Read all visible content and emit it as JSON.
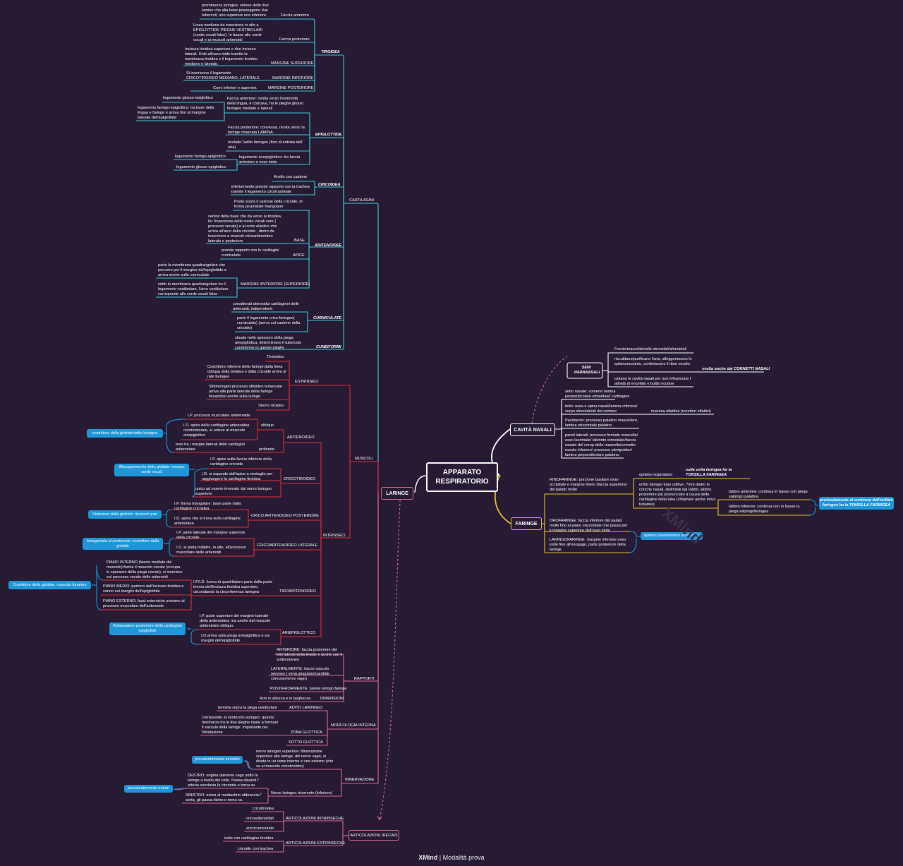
{
  "root": {
    "line1": "APPARATO",
    "line2": "RESPIRATORIO"
  },
  "main": {
    "laringe": "LARINGE",
    "cavita": "CAVITÀ NASALI",
    "faringe": "FARINGE"
  },
  "colors": {
    "background": "#261b33",
    "cartilagini": "#3ecad6",
    "muscoli": "#d9303a",
    "other": "#d46a8f",
    "faringe": "#e6c32b",
    "cavita": "#ffffff",
    "blue": "#1e96d8"
  },
  "cartilagini": {
    "label": "CARTILAGINI",
    "tiroidea": {
      "label": "TIROIDEA",
      "faccia_anteriore": "Faccia anteriore",
      "faccia_anteriore_desc": "prominenza laringea: unione delle due lamine che alla base posseggono due tubercoli, uno superiore uno inferiore",
      "faccia_posteriore": "Faccia posteriore",
      "faccia_posteriore_desc": "Linea mediana da inserzione in alto a EPIGLOTTIDE PIEGHE VESTIBOLARI (corde vocali false). In basso alle corde vocali e ai muscoli aritenoidi",
      "margine_superiore": "MARGINE SUPERIORE",
      "margine_superiore_desc": "Incisura tiroidea superiore e due incisure laterali. Uniti all'osso ioide tramite la membrana tiroidea e il legamento tiroideo mediano e laterale.",
      "margine_inferiore": "MARGINE INFERIORE",
      "margine_inferiore_desc": "Si inserisona il legamento CRICOTIROIDEO MEDIANO, LATERALE",
      "margine_posteriore": "MARGINE POSTERIORE",
      "margine_posteriore_desc": "Corni inferiori e superiori."
    },
    "epiglottide": {
      "label": "EPIGLOTTIDE",
      "faccia_ant": "Faccia anteriore: rivolta verso l'estremità della lingua, è concava, ha le pieghe glosso faringee mediale e laterali",
      "lig1": "legamento glosso-epiglottico",
      "lig2": "legamento faringo-epiglottico: tra base della lingua e faringe e arriva fino al margine laterale dell'epiglottide",
      "faccia_post": "Faccia posteriore: convessa, rivolta verso la faringe chiamata LAMINA.",
      "occlude": "occlude l'adito faringeo (foro di entrata dell' aria)",
      "lig_io": "legamento ieoepiglottico: tra faccia anteriore e osso ioide",
      "lig3": "legamento faringo-epiglottico",
      "lig4": "legamento glosso epiglottico"
    },
    "cricoidea": {
      "label": "CRICOIDEA",
      "anello": "Anello con castone",
      "inf": "inferiormente prende rapporto con la trachea tramite il legamento cricotracheale"
    },
    "aritenoidee": {
      "label": "ARITENOIDEE",
      "poste": "Poste sopra il castone della cricoide, di forma piramidale triangolare",
      "base": "BASE",
      "base_desc": "vertice della base che da verso la tiroidea, ho l'inserzione delle corde vocali vere ( processo vocale) e al cono elastico che arriva all'arco della cricoide , dietro da inserzione a muscoli cricoaritenoideo laterale e posteriore",
      "apice": "APICE",
      "apice_desc": "prende rapporto con le cartilagini curniculate",
      "margine": "MARGINE ANTERIORE (SUPERIORE)",
      "margine_1": "parte la membrana quadrangolare che percorre poi il margine dell'epiglottide e arriva anche sulle curniculate",
      "margine_2": "sotto la membrana quadrangolare ho il legamneto vestibolare, l'arco vestibolare corrisponde alle corde vocali false"
    },
    "curniculate": {
      "label": "CURNICULATE",
      "d1": "considerati deiresidui cartilaginei delle aritenoidi, indipendenti",
      "d2": "parte il legamento crico-faringeo( curniculato) (arriva sul castone della cricoide)"
    },
    "cuneiformi": {
      "label": "CUNEIFORMI",
      "d1": "situate nello spessore della piega ariepiglottica, determinano il tubercolo cuneiforme in queste pieghe"
    }
  },
  "muscoli": {
    "label": "MUSCOLI",
    "estrinseci": {
      "label": "ESTRINSECI",
      "tiroioideo": "Tiroioideo",
      "costrittore": "Costrittore inferiore della faringe:dalla linea obliqua della tiroidea e dalla cricoide arriva al rafe faringeo",
      "stilo": "Stilofaringeo:processo stiloideo temporale arriva alla parte laterale della faringe fissandosi anche sulla laringe",
      "sterno": "Sterno tiroideo"
    },
    "intrinseci": {
      "label": "INTRINSECI",
      "aritenoideo": {
        "label": "ARITENOIDEO",
        "ip": "I.P. processo muscolare ariotenoide",
        "obliquo": "obliquo",
        "obliquo_desc": "I.D. apice della cartilagine aritenoidea controlaterale, si unisce al muscolo ariepiglottico",
        "profondo": "profondo",
        "profondo_desc": "teso tra i margini laterali delle cartilagini aritenoidee",
        "blue": "costrittore della glottide/adito laringeo"
      },
      "cricotiroideo": {
        "label": "CRICOTIROIDEO",
        "ip": "I.P. apice sulla faccia inferiore della cartilagine cricoide",
        "id": "I.D. si espande dall'apice a ventaglio per raggiungere la cartilagine tiroidea.",
        "unico": "unico ad essere innevato dal nervo laringeo superiore",
        "blue": "Allungammento della glottide: tensore corde vocali"
      },
      "crico_post": {
        "label": "CRICO ARITENOIDEO POSTERIORE",
        "ip": "I.P. forma triangolare: base parte dalla cartilagine cricoidea",
        "id": "I.D. apice che si trova sulla cartilagine aritenoidea",
        "blue": "Dilatatore della glottide: muscolo pari"
      },
      "crico_lat": {
        "label": "CRICOARITENOIDEO LATERALE",
        "ip": "I.P. parte laterale del margine superiore della cricoide",
        "id": "I.D. si porta indietro, in alto, all'processo muscolare delle aritenoidi",
        "blue": "Antagonista al posteriore: costrittore della glottide"
      },
      "tiroaritenoideo": {
        "label": "TIROARITENOIDEO",
        "ipid": "I.P/I.D. forma di quadrilatero parte dalla parte inerna dell'incisura tiroidea superiore, circondando la circonferenza laringea",
        "interno": "PIANO INTERNO (fascio mediale del muscolo):forma il muscolo vocale (occupa lo spessore della piega vocale), si inserisce sul processo vocale delle aritenoidi",
        "medio": "PIANO MEDIO: partono dall'incisura tiroidea e vanno sui margini dell'epiglottide",
        "esterno": "PIANO ESTERNO: fasci esterniche arrivano al processo muscolare dell'aritenoide",
        "blue": "Costrittore della glottide, muscolo fonatore"
      },
      "ariepiglottico": {
        "label": "ARIEPIGLOTTICO",
        "ip": "I.P. parte superiore del margine laterale della aritenoidea; ma anche dal muscolo aritenoideo obliquo.",
        "id": "I.D.arriva sulla piega ariepiglottica e sui margini dell'epiglottide.",
        "blue": "Abbassatore posteriore della cartilagine epiglottide"
      }
    }
  },
  "rapporti": {
    "label": "RAPPORTI",
    "anteriore": "ANTERIORE: faccia posteriore dei lobi laterali della tiroide e anche con il sottocutaneo",
    "lateralmente": "LATERALMENTE: fascio vascolo nervoso ( vena giugulare/carotide comune/nervo vago)",
    "posteriormente": "POSTERIORMENTE: parete laringo faringe",
    "dimensioni": "DIMENSIONI",
    "dimensioni_desc": "4cm in altezza e in larghezza"
  },
  "morfologia": {
    "label": "MORFOLOGIA INTERNA",
    "adito": "ADITO LARINGEO",
    "adito_desc": "termina sopra la piega vestibolare",
    "zona": "ZONA GLOTTICA",
    "zona_desc": "corrisponde al ventricolo laringeo: questa rientranza tra le due pieghe risale a formare il sacculo della laringe. importante per l'idratazione",
    "sotto": "SOTTO GLOTTICA"
  },
  "innervazione": {
    "label": "INNERVAZIONE",
    "superiore": "nervo laringeo superiore: diramazione superiore alla laringe, del nervo vago, si divide in un ramo interno e uno esterno (che va al muscolo cricotiroideo)",
    "blue1": "prevalentemente sensitivi",
    "ricorrente": "Nervo laringeo ricorrente (inferiore)",
    "destro": "DESTRO: origina dalnervo vago sotto la laringe a livello del collo. Passa davanti l' arteria succlavia la circonda e torna su",
    "sinistro": "SINISTRO: arriva al mediastino abbraccia l' aorta, gli passa dietro e torna su.",
    "blue2": "prevalentemente motori"
  },
  "articolazioni": {
    "label": "ARTICOLAZIONI (RECAP)",
    "intrinseche": "ARTICOLAZIONI INTRINSECHE",
    "i1": "cricotiroidea",
    "i2": "cricoaritenoidali",
    "i3": "aricocurniculate",
    "estrinseche": "ARTICOLAZIONI ESTRINSECHE",
    "e1": "ioide con cartilagine tiroidea",
    "e2": "cricoide con trachea"
  },
  "cavita": {
    "seni": "SENI PARANASALI",
    "seni_1": "Fronte/mascella/celle etmoidali/sfenoidali",
    "seni_2": "riscaldano/purificano l'aria, alleggeriscono lo splancnocranio, conferiscono il tibro vocale.",
    "seni_2b": "svolta anche dai CORNETTI NASALI",
    "seni_3": "isolano le cavità nasali per non influenzare l' attività di encefalo e bulbo oculare",
    "c1": "setto nasale: vomere/ lamina perpendicolare etmoidale/ cartilagine",
    "c2": "tetto: ossa e spina nasali/lamina cribrosa/ corpo sfenoide/ali del vomere",
    "c2b": "mucosa olfattiva (recettori olfattivi)",
    "c3": "Pavimento: processo palatino mascellare, lamina orizzontale palatino",
    "c4": "pareti laterali: processo frontale mascella/ osso lacrimale/ labirinto etmoidale/faccia nasale del corop della mascella/cornetto nasale inferiore/ processo pterigoideo/ lamina perpendicolare palatino."
  },
  "faringe": {
    "rino": "RINOFARINGE: porzione basilare osso occipitale e margine libero (faccia superiore) del palato molle",
    "epitelio": "epitelio respiratorio",
    "epitelio_note": "sulla volta faringea ho la TONSILLA FARINGEA",
    "orifizi": "orifizi faringei tube uditive: 7mm dietro le conche nasali, delimitati dai labbri, labbro posteriore più pronunciato a causa della cartilagine della tuba (chiamato anche torus tubarius)",
    "labbro_ant": "labbro anteriore: continua in basso con piega salpingo palatina",
    "labbro_inf": "labbro inferiore: continua con in basso la piega salpingofaringea",
    "blue_tonsilla": "profondamente al contorno dell'orifizio faringeo ho la TONSILLA FARINGEA",
    "oro": "OROFARINGE: faccia inferiore del palato molle fino al piano orizzontale che passa per il margine superiore dell'osso ioide",
    "laringo": "LARINGOFARINGE: margine inferiore osso ioide fino all'esogago, parte posteriore della laringe.",
    "blue_epitelio": "epitelio pavimentoso stratificato"
  },
  "footer": {
    "brand": "XMind",
    "sep": "|",
    "mode": "Modalità prova"
  },
  "watermark": "XMind"
}
